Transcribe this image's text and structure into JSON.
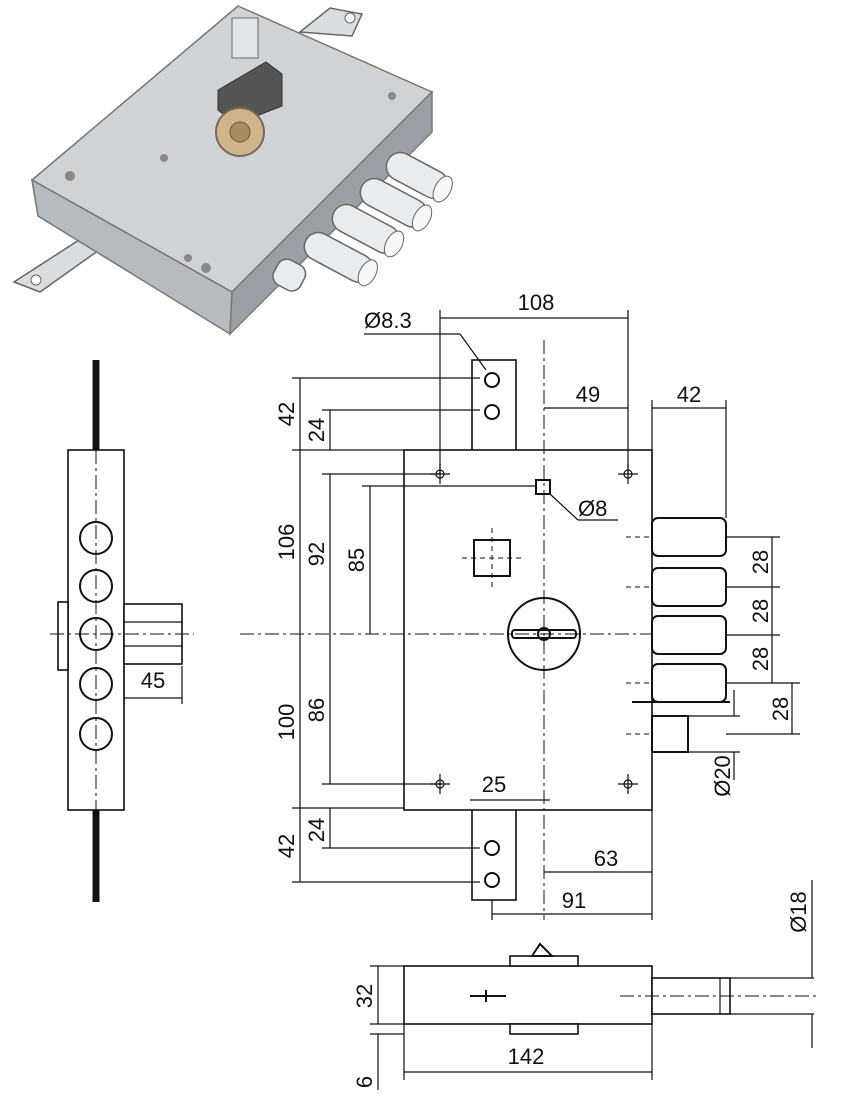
{
  "dimensions": {
    "d108": "108",
    "d49": "49",
    "d42_bolt": "42",
    "d8_3": "Ø8.3",
    "d8": "Ø8",
    "d42_top": "42",
    "d24_top": "24",
    "d106": "106",
    "d92": "92",
    "d85": "85",
    "d100": "100",
    "d86": "86",
    "d42_bottom": "42",
    "d24_bottom": "24",
    "d25": "25",
    "d63": "63",
    "d91": "91",
    "d28_a": "28",
    "d28_b": "28",
    "d28_c": "28",
    "d28_d": "28",
    "d20": "Ø20",
    "d45": "45",
    "d18": "Ø18",
    "d32": "32",
    "d6": "6",
    "d142": "142"
  },
  "colors": {
    "line": "#111111",
    "photo_metal": "#cfd3d6",
    "photo_shadow": "#9aa0a5",
    "chrome": "#e8ecef"
  },
  "icons": [
    "lock-photo",
    "bolt-icon",
    "cylinder-icon"
  ]
}
